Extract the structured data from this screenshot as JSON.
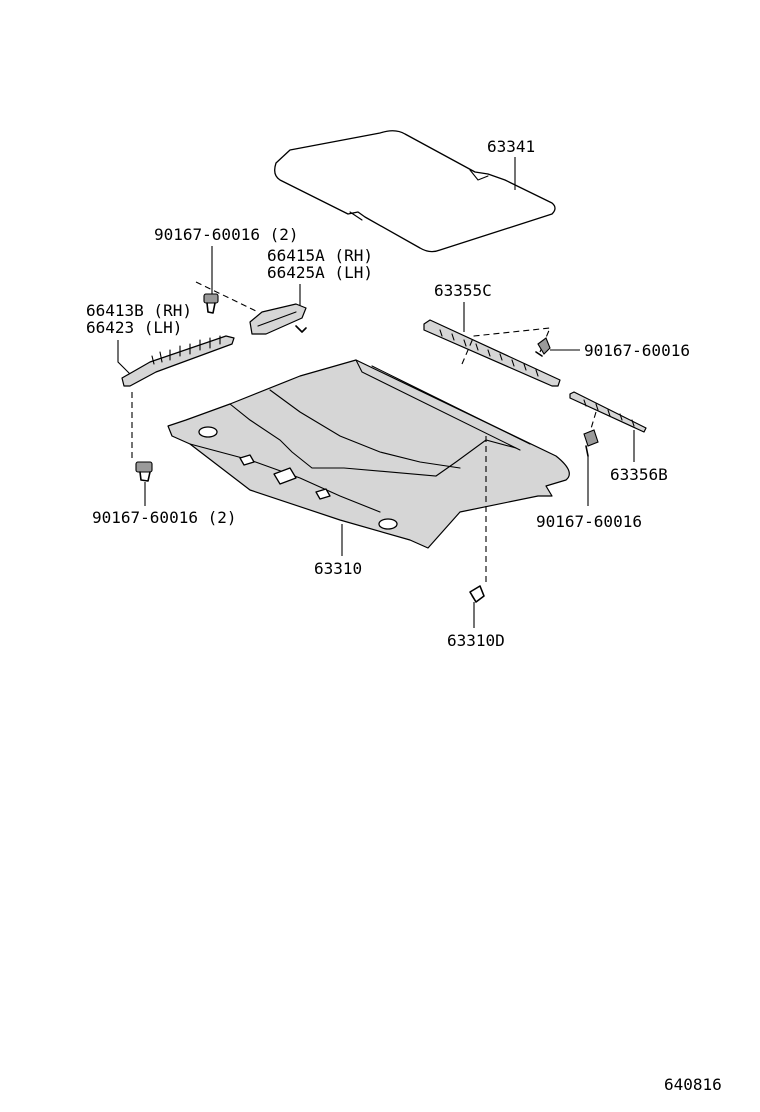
{
  "labels": {
    "sunshade": "63341",
    "clip_upper_left": "90167-60016 (2)",
    "handle_rh": "66415A (RH)",
    "handle_lh": "66425A (LH)",
    "rail_rh": "66413B (RH)",
    "rail_lh": "66423  (LH)",
    "clip_lower_left": "90167-60016 (2)",
    "headlining": "63310",
    "weatherstrip_c": "63355C",
    "clip_right_upper": "90167-60016",
    "weatherstrip_b": "63356B",
    "clip_right_lower": "90167-60016",
    "clip_d": "63310D",
    "diagram_code": "640816"
  }
}
